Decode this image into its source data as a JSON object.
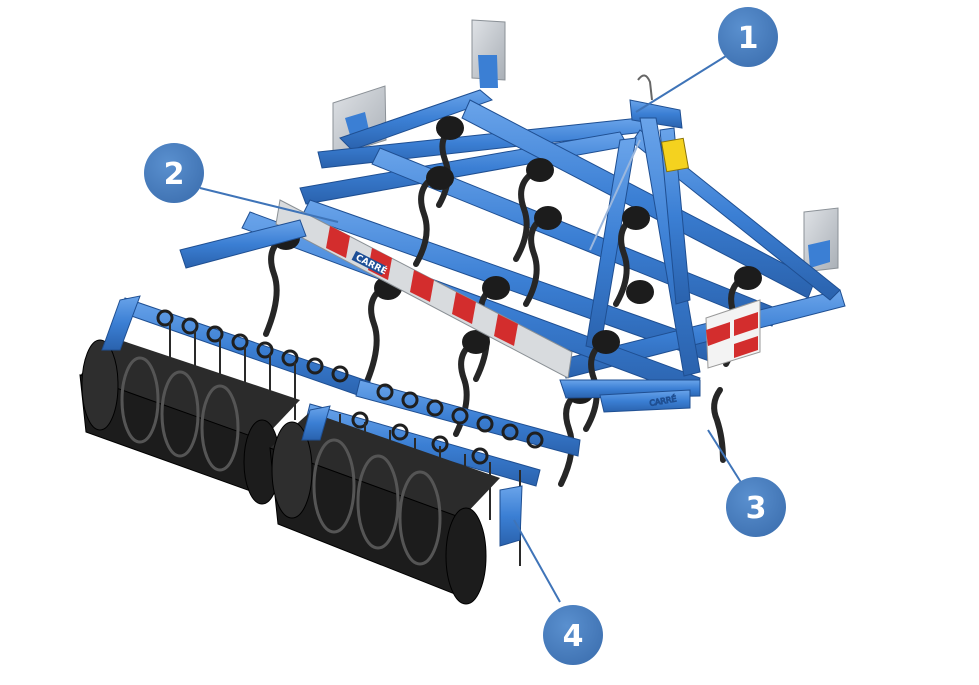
{
  "callouts": [
    {
      "id": "1",
      "label": "1"
    },
    {
      "id": "2",
      "label": "2"
    },
    {
      "id": "3",
      "label": "3"
    },
    {
      "id": "4",
      "label": "4"
    }
  ],
  "brand": {
    "logo_text": "CARRÉ"
  },
  "colors": {
    "frame_blue": "#3b7fd4",
    "frame_blue_dark": "#2a62ad",
    "frame_blue_light": "#5f9ae4",
    "callout_blue": "#4a7fbf",
    "leader_line": "#3f74b8",
    "roller_black": "#1c1c1c",
    "tine_black": "#262626",
    "reflector_red": "#d32d2d",
    "reflector_white": "#f3f3f3",
    "plate_gray": "#c3c7cc",
    "yellow_box": "#f4d21f"
  }
}
